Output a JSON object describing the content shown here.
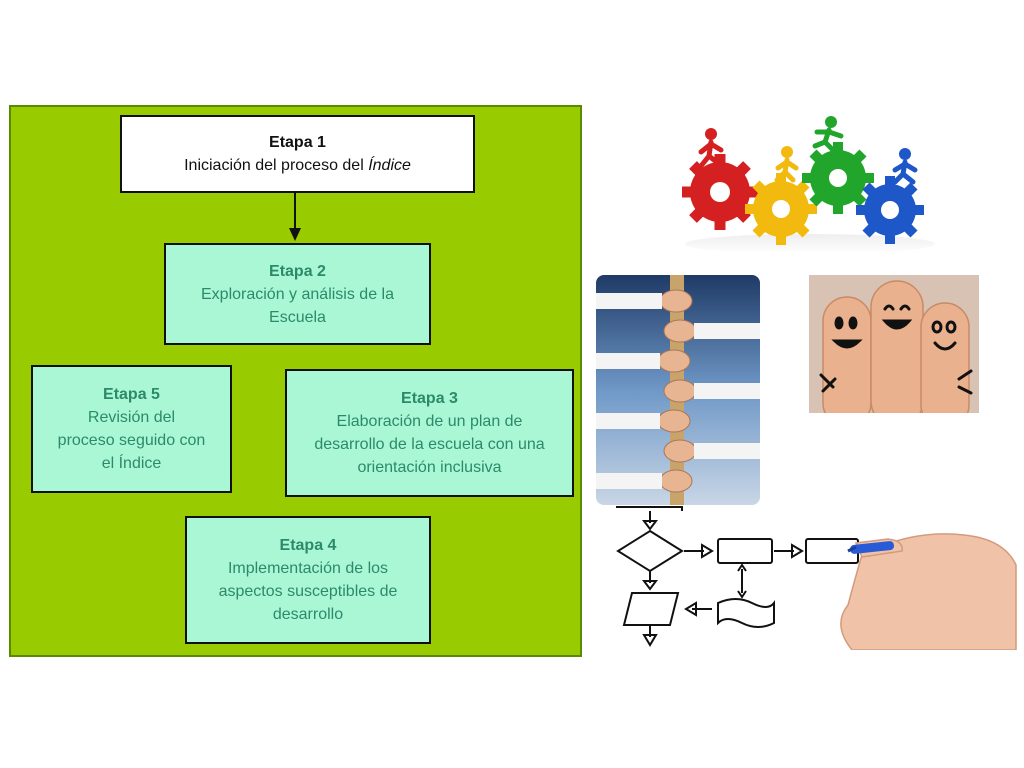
{
  "diagram": {
    "stages": [
      {
        "title": "Etapa 1",
        "text_before": "Iniciación del proceso del ",
        "text_italic": "Índice"
      },
      {
        "title": "Etapa 2",
        "lines": [
          "Exploración y análisis de la",
          "Escuela"
        ]
      },
      {
        "title": "Etapa 3",
        "lines": [
          "Elaboración de un plan de",
          "desarrollo de la escuela con una",
          "orientación inclusiva"
        ]
      },
      {
        "title": "Etapa 4",
        "lines": [
          "Implementación de los",
          "aspectos susceptibles de",
          "desarrollo"
        ]
      },
      {
        "title": "Etapa 5",
        "lines": [
          "Revisión del",
          "proceso seguido con",
          "el Índice"
        ]
      }
    ],
    "colors": {
      "panel": "#99cc00",
      "box": "#aaf7d6",
      "box_text": "#2c8a6a"
    }
  },
  "images": [
    "people-on-gears-icon",
    "rope-hands-photo-icon",
    "smiley-fingers-icon",
    "flowchart-hand-icon"
  ]
}
